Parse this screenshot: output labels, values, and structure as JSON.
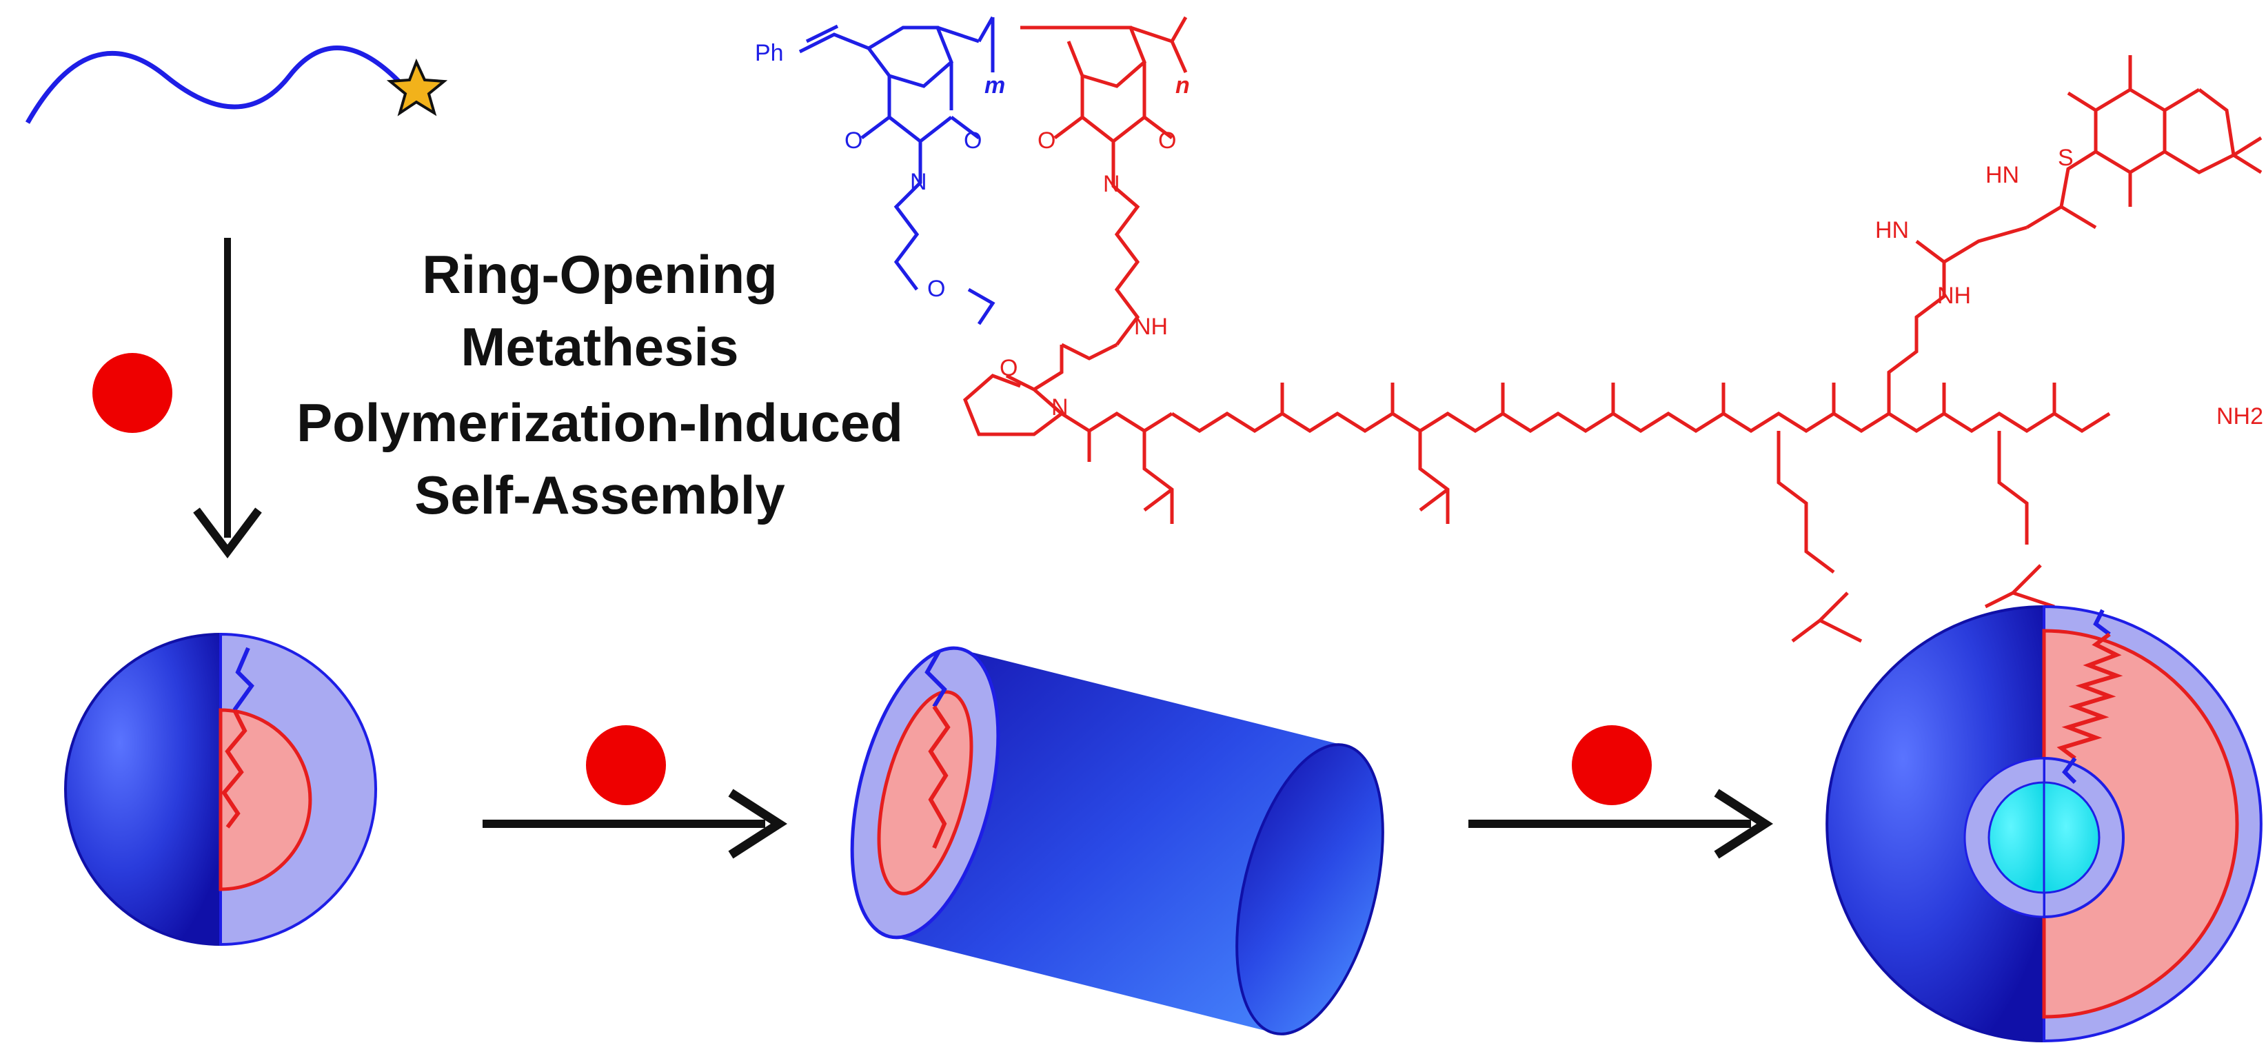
{
  "process_label": {
    "line1": "Ring-Opening",
    "line2": "Metathesis",
    "line3": "Polymerization-Induced",
    "line4": "Self-Assembly"
  },
  "structure_labels": {
    "end_group": "Ph",
    "repeat_m": "m",
    "repeat_n": "n",
    "oxygen": "O",
    "nitrogen": "N",
    "amine": "NH",
    "amine_h": "H",
    "terminal_amide": "NH2",
    "sulfonyl": "S",
    "sulfonamide": "HN",
    "imine": "HN",
    "amine2": "NH"
  },
  "colors": {
    "hydrophilic_block": "#1e1ee6",
    "peptide_block": "#e61e1e",
    "monomer_dot": "#ee0000",
    "arrow": "#111111",
    "star": "#f2b21b",
    "shell": "#a9aaf2",
    "core": "#f5a0a0",
    "inner_cavity": "#19e6ee"
  }
}
